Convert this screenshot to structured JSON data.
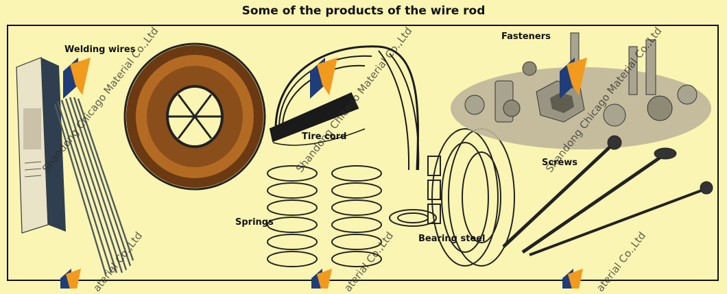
{
  "title": "Some of the products of the wire rod",
  "products": {
    "welding_wires": "Welding wires",
    "tire_cord": "Tire cord",
    "fasteners": "Fasteners",
    "screws": "Screws",
    "springs": "Springs",
    "bearing_steel": "Bearing steel"
  },
  "watermark": {
    "full": "Shandong Chicago Material Co.,Ltd",
    "partial": "aterial Co.,Ltd"
  }
}
